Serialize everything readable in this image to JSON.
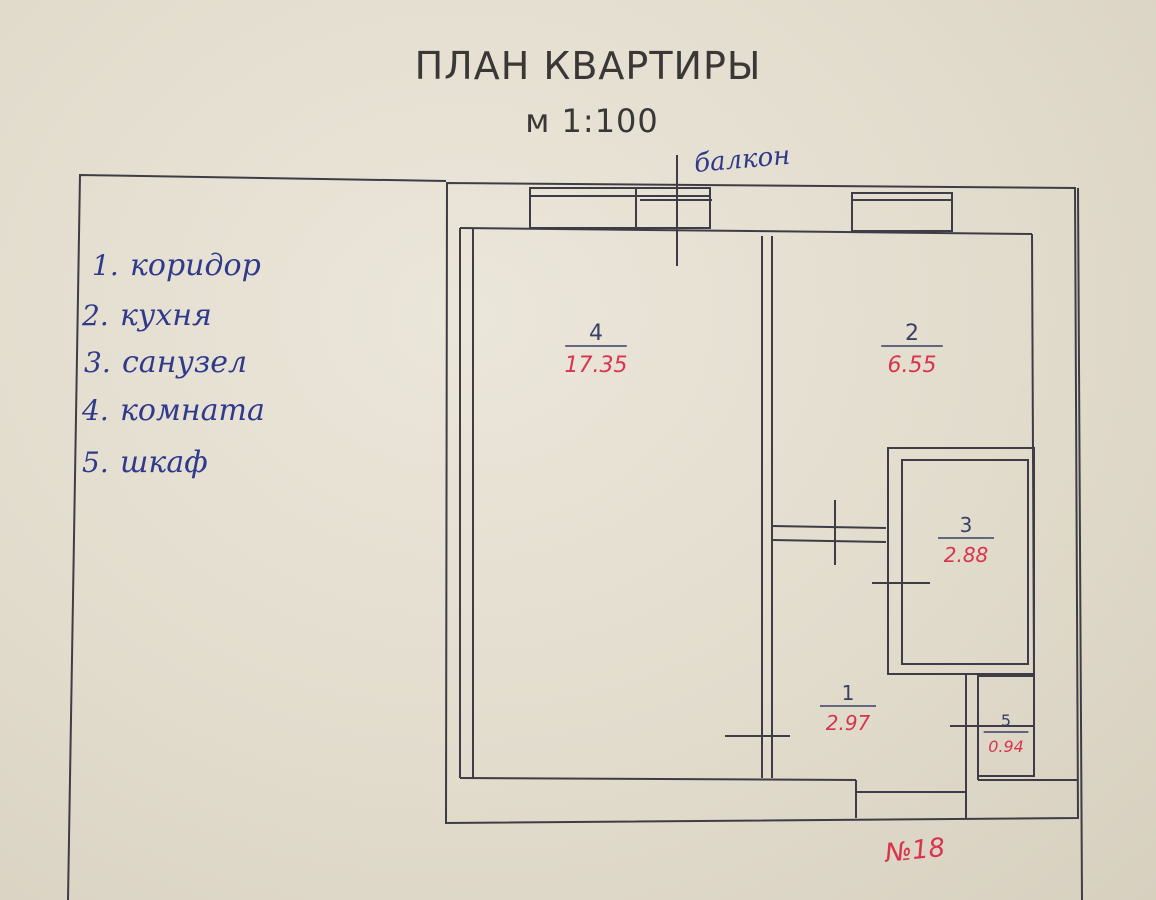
{
  "plan": {
    "title": "ПЛАН КВАРТИРЫ",
    "scale": "м 1:100",
    "balcony_label": "балкон",
    "apartment_number": "№18"
  },
  "legend": [
    {
      "num": "1.",
      "name": "коридор"
    },
    {
      "num": "2.",
      "name": "кухня"
    },
    {
      "num": "3.",
      "name": "санузел"
    },
    {
      "num": "4.",
      "name": "комната"
    },
    {
      "num": "5.",
      "name": "шкаф"
    }
  ],
  "rooms": [
    {
      "id": "4",
      "area": "17.35"
    },
    {
      "id": "2",
      "area": "6.55"
    },
    {
      "id": "3",
      "area": "2.88"
    },
    {
      "id": "1",
      "area": "2.97"
    },
    {
      "id": "5",
      "area": "0.94"
    }
  ],
  "colors": {
    "ink_line": "#3e3c46",
    "handwriting": "#2f3a8c",
    "area_red": "#d8344e"
  }
}
